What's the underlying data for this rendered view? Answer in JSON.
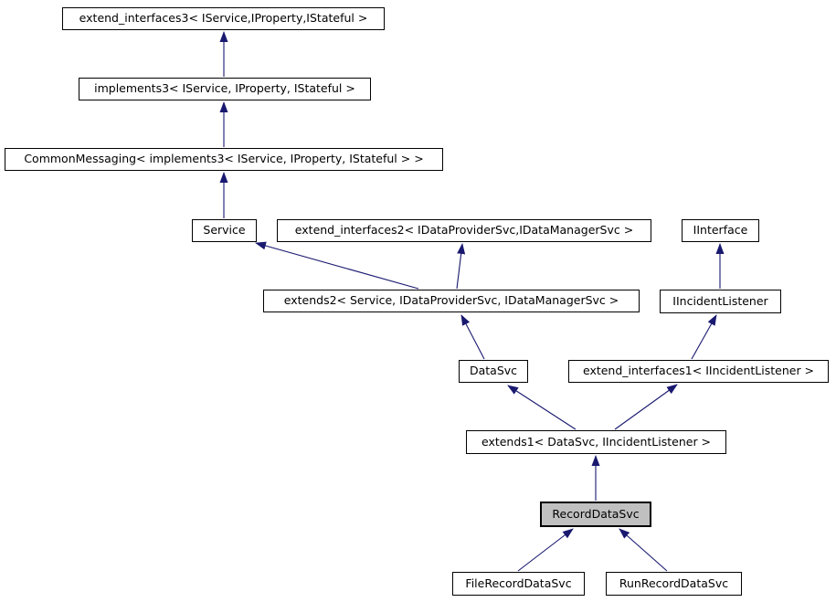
{
  "diagram": {
    "kind": "class-inheritance-graph",
    "selected_node": "RecordDataSvc",
    "colors": {
      "background": "#ffffff",
      "node_fill": "#ffffff",
      "node_border": "#000000",
      "selected_node_fill": "#c0c0c0",
      "edge": "#191970",
      "text": "#000000"
    },
    "nodes": [
      {
        "id": "extend_interfaces3",
        "label": "extend_interfaces3< IService,IProperty,IStateful >"
      },
      {
        "id": "implements3",
        "label": "implements3< IService, IProperty, IStateful >"
      },
      {
        "id": "CommonMessaging",
        "label": "CommonMessaging< implements3< IService, IProperty, IStateful > >"
      },
      {
        "id": "Service",
        "label": "Service"
      },
      {
        "id": "extend_interfaces2",
        "label": "extend_interfaces2< IDataProviderSvc,IDataManagerSvc >"
      },
      {
        "id": "IInterface",
        "label": "IInterface"
      },
      {
        "id": "extends2",
        "label": "extends2< Service, IDataProviderSvc, IDataManagerSvc >"
      },
      {
        "id": "IIncidentListener",
        "label": "IIncidentListener"
      },
      {
        "id": "DataSvc",
        "label": "DataSvc"
      },
      {
        "id": "extend_interfaces1",
        "label": "extend_interfaces1< IIncidentListener >"
      },
      {
        "id": "extends1",
        "label": "extends1< DataSvc, IIncidentListener >"
      },
      {
        "id": "RecordDataSvc",
        "label": "RecordDataSvc"
      },
      {
        "id": "FileRecordDataSvc",
        "label": "FileRecordDataSvc"
      },
      {
        "id": "RunRecordDataSvc",
        "label": "RunRecordDataSvc"
      }
    ],
    "edges": [
      {
        "from": "implements3",
        "to": "extend_interfaces3"
      },
      {
        "from": "CommonMessaging",
        "to": "implements3"
      },
      {
        "from": "Service",
        "to": "CommonMessaging"
      },
      {
        "from": "extends2",
        "to": "Service"
      },
      {
        "from": "extends2",
        "to": "extend_interfaces2"
      },
      {
        "from": "DataSvc",
        "to": "extends2"
      },
      {
        "from": "IIncidentListener",
        "to": "IInterface"
      },
      {
        "from": "extend_interfaces1",
        "to": "IIncidentListener"
      },
      {
        "from": "extends1",
        "to": "DataSvc"
      },
      {
        "from": "extends1",
        "to": "extend_interfaces1"
      },
      {
        "from": "RecordDataSvc",
        "to": "extends1"
      },
      {
        "from": "FileRecordDataSvc",
        "to": "RecordDataSvc"
      },
      {
        "from": "RunRecordDataSvc",
        "to": "RecordDataSvc"
      }
    ]
  }
}
